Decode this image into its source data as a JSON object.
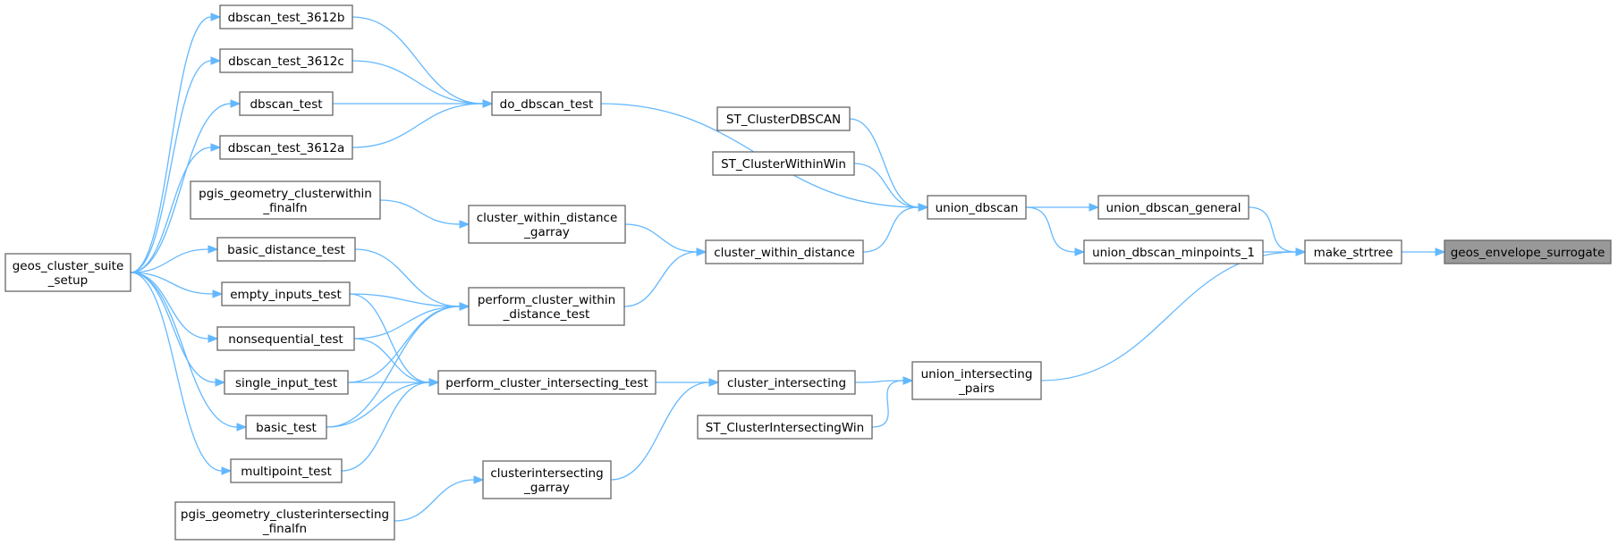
{
  "nodes": {
    "geos_envelope_surrogate": {
      "label": [
        "geos_envelope_surrogate"
      ]
    },
    "make_strtree": {
      "label": [
        "make_strtree"
      ]
    },
    "union_dbscan_general": {
      "label": [
        "union_dbscan_general"
      ]
    },
    "union_dbscan_minpoints_1": {
      "label": [
        "union_dbscan_minpoints_1"
      ]
    },
    "union_intersecting_pairs": {
      "label": [
        "union_intersecting",
        "_pairs"
      ]
    },
    "union_dbscan": {
      "label": [
        "union_dbscan"
      ]
    },
    "cluster_intersecting": {
      "label": [
        "cluster_intersecting"
      ]
    },
    "ST_ClusterIntersectingWin": {
      "label": [
        "ST_ClusterIntersectingWin"
      ]
    },
    "ST_ClusterDBSCAN": {
      "label": [
        "ST_ClusterDBSCAN"
      ]
    },
    "ST_ClusterWithinWin": {
      "label": [
        "ST_ClusterWithinWin"
      ]
    },
    "cluster_within_distance": {
      "label": [
        "cluster_within_distance"
      ]
    },
    "do_dbscan_test": {
      "label": [
        "do_dbscan_test"
      ]
    },
    "cluster_within_distance_garray": {
      "label": [
        "cluster_within_distance",
        "_garray"
      ]
    },
    "perform_cluster_within_distance_test": {
      "label": [
        "perform_cluster_within",
        "_distance_test"
      ]
    },
    "perform_cluster_intersecting_test": {
      "label": [
        "perform_cluster_intersecting_test"
      ]
    },
    "clusterintersecting_garray": {
      "label": [
        "clusterintersecting",
        "_garray"
      ]
    },
    "pgis_geometry_clusterwithin_finalfn": {
      "label": [
        "pgis_geometry_clusterwithin",
        "_finalfn"
      ]
    },
    "pgis_geometry_clusterintersecting_finalfn": {
      "label": [
        "pgis_geometry_clusterintersecting",
        "_finalfn"
      ]
    },
    "dbscan_test_3612b": {
      "label": [
        "dbscan_test_3612b"
      ]
    },
    "dbscan_test_3612c": {
      "label": [
        "dbscan_test_3612c"
      ]
    },
    "dbscan_test": {
      "label": [
        "dbscan_test"
      ]
    },
    "dbscan_test_3612a": {
      "label": [
        "dbscan_test_3612a"
      ]
    },
    "basic_distance_test": {
      "label": [
        "basic_distance_test"
      ]
    },
    "empty_inputs_test": {
      "label": [
        "empty_inputs_test"
      ]
    },
    "nonsequential_test": {
      "label": [
        "nonsequential_test"
      ]
    },
    "single_input_test": {
      "label": [
        "single_input_test"
      ]
    },
    "basic_test": {
      "label": [
        "basic_test"
      ]
    },
    "multipoint_test": {
      "label": [
        "multipoint_test"
      ]
    },
    "geos_cluster_suite_setup": {
      "label": [
        "geos_cluster_suite",
        "_setup"
      ]
    }
  },
  "edges": [
    [
      "make_strtree",
      "geos_envelope_surrogate"
    ],
    [
      "union_dbscan_general",
      "make_strtree"
    ],
    [
      "union_dbscan_minpoints_1",
      "make_strtree"
    ],
    [
      "union_intersecting_pairs",
      "make_strtree"
    ],
    [
      "union_dbscan",
      "union_dbscan_general"
    ],
    [
      "union_dbscan",
      "union_dbscan_minpoints_1"
    ],
    [
      "cluster_intersecting",
      "union_intersecting_pairs"
    ],
    [
      "ST_ClusterIntersectingWin",
      "union_intersecting_pairs"
    ],
    [
      "ST_ClusterDBSCAN",
      "union_dbscan"
    ],
    [
      "ST_ClusterWithinWin",
      "union_dbscan"
    ],
    [
      "cluster_within_distance",
      "union_dbscan"
    ],
    [
      "do_dbscan_test",
      "union_dbscan"
    ],
    [
      "cluster_within_distance_garray",
      "cluster_within_distance"
    ],
    [
      "perform_cluster_within_distance_test",
      "cluster_within_distance"
    ],
    [
      "perform_cluster_intersecting_test",
      "cluster_intersecting"
    ],
    [
      "clusterintersecting_garray",
      "cluster_intersecting"
    ],
    [
      "pgis_geometry_clusterwithin_finalfn",
      "cluster_within_distance_garray"
    ],
    [
      "pgis_geometry_clusterintersecting_finalfn",
      "clusterintersecting_garray"
    ],
    [
      "dbscan_test_3612b",
      "do_dbscan_test"
    ],
    [
      "dbscan_test_3612c",
      "do_dbscan_test"
    ],
    [
      "dbscan_test",
      "do_dbscan_test"
    ],
    [
      "dbscan_test_3612a",
      "do_dbscan_test"
    ],
    [
      "basic_distance_test",
      "perform_cluster_within_distance_test"
    ],
    [
      "empty_inputs_test",
      "perform_cluster_within_distance_test"
    ],
    [
      "nonsequential_test",
      "perform_cluster_within_distance_test"
    ],
    [
      "single_input_test",
      "perform_cluster_within_distance_test"
    ],
    [
      "basic_test",
      "perform_cluster_within_distance_test"
    ],
    [
      "empty_inputs_test",
      "perform_cluster_intersecting_test"
    ],
    [
      "nonsequential_test",
      "perform_cluster_intersecting_test"
    ],
    [
      "single_input_test",
      "perform_cluster_intersecting_test"
    ],
    [
      "basic_test",
      "perform_cluster_intersecting_test"
    ],
    [
      "multipoint_test",
      "perform_cluster_intersecting_test"
    ],
    [
      "geos_cluster_suite_setup",
      "dbscan_test_3612b"
    ],
    [
      "geos_cluster_suite_setup",
      "dbscan_test_3612c"
    ],
    [
      "geos_cluster_suite_setup",
      "dbscan_test"
    ],
    [
      "geos_cluster_suite_setup",
      "dbscan_test_3612a"
    ],
    [
      "geos_cluster_suite_setup",
      "basic_distance_test"
    ],
    [
      "geos_cluster_suite_setup",
      "empty_inputs_test"
    ],
    [
      "geos_cluster_suite_setup",
      "nonsequential_test"
    ],
    [
      "geos_cluster_suite_setup",
      "single_input_test"
    ],
    [
      "geos_cluster_suite_setup",
      "basic_test"
    ],
    [
      "geos_cluster_suite_setup",
      "multipoint_test"
    ]
  ],
  "colors": {
    "edge": "#63b8ff",
    "node_border": "#666666",
    "highlight_fill": "#999999"
  }
}
